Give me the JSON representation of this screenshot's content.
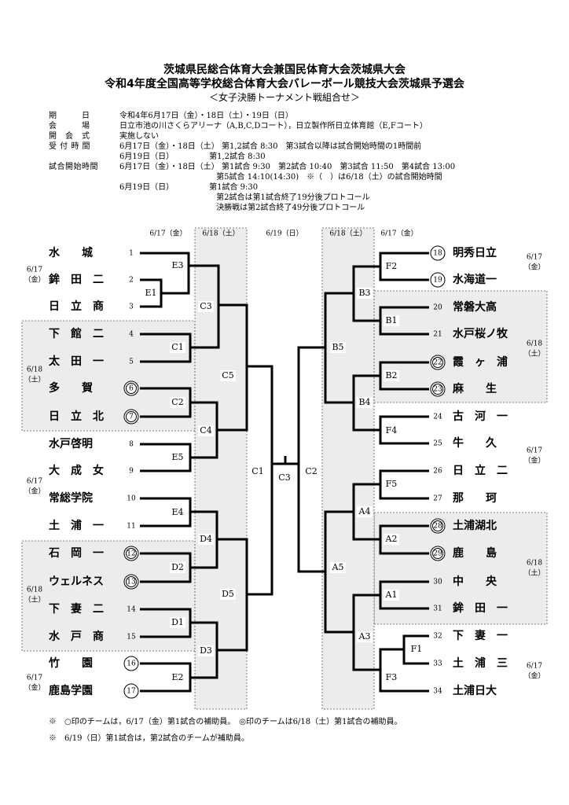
{
  "header": {
    "title1": "茨城県民総合体育大会兼国民体育大会茨城県大会",
    "title2": "令和4年度全国高等学校総合体育大会バレーボール競技大会茨城県予選会",
    "title3": "＜女子決勝トーナメント戦組合せ＞"
  },
  "info": [
    {
      "label": "期　　　日",
      "value": "令和4年6月17日（金）・18日（土）・19日（日）"
    },
    {
      "label": "会　　　場",
      "value": "日立市池の川さくらアリーナ（A,B,C,Dコート），日立製作所日立体育館（E,Fコート）"
    },
    {
      "label": "開　会　式",
      "value": "実施しない"
    },
    {
      "label": "受 付 時 間",
      "value": "6月17日（金）・18日（土） 第1,2試合 8:30　第3試合以降は試合開始時間の1時間前"
    },
    {
      "label": "",
      "value": "6月19日（日）　　　　　第1,2試合 8:30"
    },
    {
      "label": "試合開始時間",
      "value": "6月17日（金）・18日（土） 第1試合 9:30　第2試合 10:40　第3試合 11:50　第4試合 13:00"
    },
    {
      "label": "",
      "value": "　　　　　　　　　　　　 第5試合 14:10(14:30)　※（　）は6/18（土）の試合開始時間"
    },
    {
      "label": "",
      "value": "6月19日（日）　　　　　第1試合 9:30"
    },
    {
      "label": "",
      "value": "　　　　　　　　　　　　 第2試合は第1試合終了19分後プロトコール"
    },
    {
      "label": "",
      "value": "　　　　　　　　　　　　 決勝戦は第2試合終了49分後プロトコール"
    }
  ],
  "dates": {
    "d617": "6/17（金）",
    "d618": "6/18（土）",
    "d619": "6/19（日）",
    "d617s": [
      "6/17",
      "（金）"
    ],
    "d618s": [
      "6/18",
      "（土）"
    ]
  },
  "teams_left": [
    {
      "n": "1",
      "name": "水　　城",
      "mark": "none"
    },
    {
      "n": "2",
      "name": "鉾　田　二",
      "mark": "none"
    },
    {
      "n": "3",
      "name": "日　立　商",
      "mark": "none"
    },
    {
      "n": "4",
      "name": "下　館　二",
      "mark": "none"
    },
    {
      "n": "5",
      "name": "太　田　一",
      "mark": "none"
    },
    {
      "n": "6",
      "name": "多　　賀",
      "mark": "double"
    },
    {
      "n": "7",
      "name": "日　立　北",
      "mark": "double"
    },
    {
      "n": "8",
      "name": "水戸啓明",
      "mark": "none"
    },
    {
      "n": "9",
      "name": "大　成　女",
      "mark": "none"
    },
    {
      "n": "10",
      "name": "常総学院",
      "mark": "none"
    },
    {
      "n": "11",
      "name": "土　浦　一",
      "mark": "none"
    },
    {
      "n": "12",
      "name": "石　岡　一",
      "mark": "double"
    },
    {
      "n": "13",
      "name": "ウェルネス",
      "mark": "double"
    },
    {
      "n": "14",
      "name": "下　妻　二",
      "mark": "none"
    },
    {
      "n": "15",
      "name": "水　戸　商",
      "mark": "none"
    },
    {
      "n": "16",
      "name": "竹　　園",
      "mark": "single"
    },
    {
      "n": "17",
      "name": "鹿島学園",
      "mark": "single"
    }
  ],
  "teams_right": [
    {
      "n": "18",
      "name": "明秀日立",
      "mark": "single"
    },
    {
      "n": "19",
      "name": "水海道一",
      "mark": "single"
    },
    {
      "n": "20",
      "name": "常磐大高",
      "mark": "none"
    },
    {
      "n": "21",
      "name": "水戸桜ノ牧",
      "mark": "none"
    },
    {
      "n": "22",
      "name": "霞　ヶ　浦",
      "mark": "double"
    },
    {
      "n": "23",
      "name": "麻　　生",
      "mark": "double"
    },
    {
      "n": "24",
      "name": "古　河　一",
      "mark": "none"
    },
    {
      "n": "25",
      "name": "牛　　久",
      "mark": "none"
    },
    {
      "n": "26",
      "name": "日　立　二",
      "mark": "none"
    },
    {
      "n": "27",
      "name": "那　　珂",
      "mark": "none"
    },
    {
      "n": "28",
      "name": "土浦湖北",
      "mark": "double"
    },
    {
      "n": "29",
      "name": "鹿　　島",
      "mark": "double"
    },
    {
      "n": "30",
      "name": "中　　央",
      "mark": "none"
    },
    {
      "n": "31",
      "name": "鉾　田　一",
      "mark": "none"
    },
    {
      "n": "32",
      "name": "下　妻　一",
      "mark": "none"
    },
    {
      "n": "33",
      "name": "土　浦　三",
      "mark": "none"
    },
    {
      "n": "34",
      "name": "土浦日大",
      "mark": "none"
    }
  ],
  "match_labels": {
    "E1": "E1",
    "E3": "E3",
    "C1": "C1",
    "C2l": "C2",
    "C3l": "C3",
    "C4": "C4",
    "C5": "C5",
    "E5": "E5",
    "E4": "E4",
    "D2": "D2",
    "D1": "D1",
    "D3": "D3",
    "D4": "D4",
    "E2": "E2",
    "D5": "D5",
    "F2": "F2",
    "B1": "B1",
    "B2": "B2",
    "B3": "B3",
    "B4": "B4",
    "F4": "F4",
    "B5": "B5",
    "F5": "F5",
    "A2": "A2",
    "A4": "A4",
    "A1": "A1",
    "F1": "F1",
    "F3": "F3",
    "A3": "A3",
    "A5": "A5",
    "SF1": "C1",
    "SF2": "C2",
    "FIN": "C3"
  },
  "footer": {
    "note1": "※　○印のチームは，6/17（金）第1試合の補助員。　◎印のチームは6/18（土）第1試合の補助員。",
    "note2": "※　6/19（日）第1試合は，第2試合のチームが補助員。"
  }
}
